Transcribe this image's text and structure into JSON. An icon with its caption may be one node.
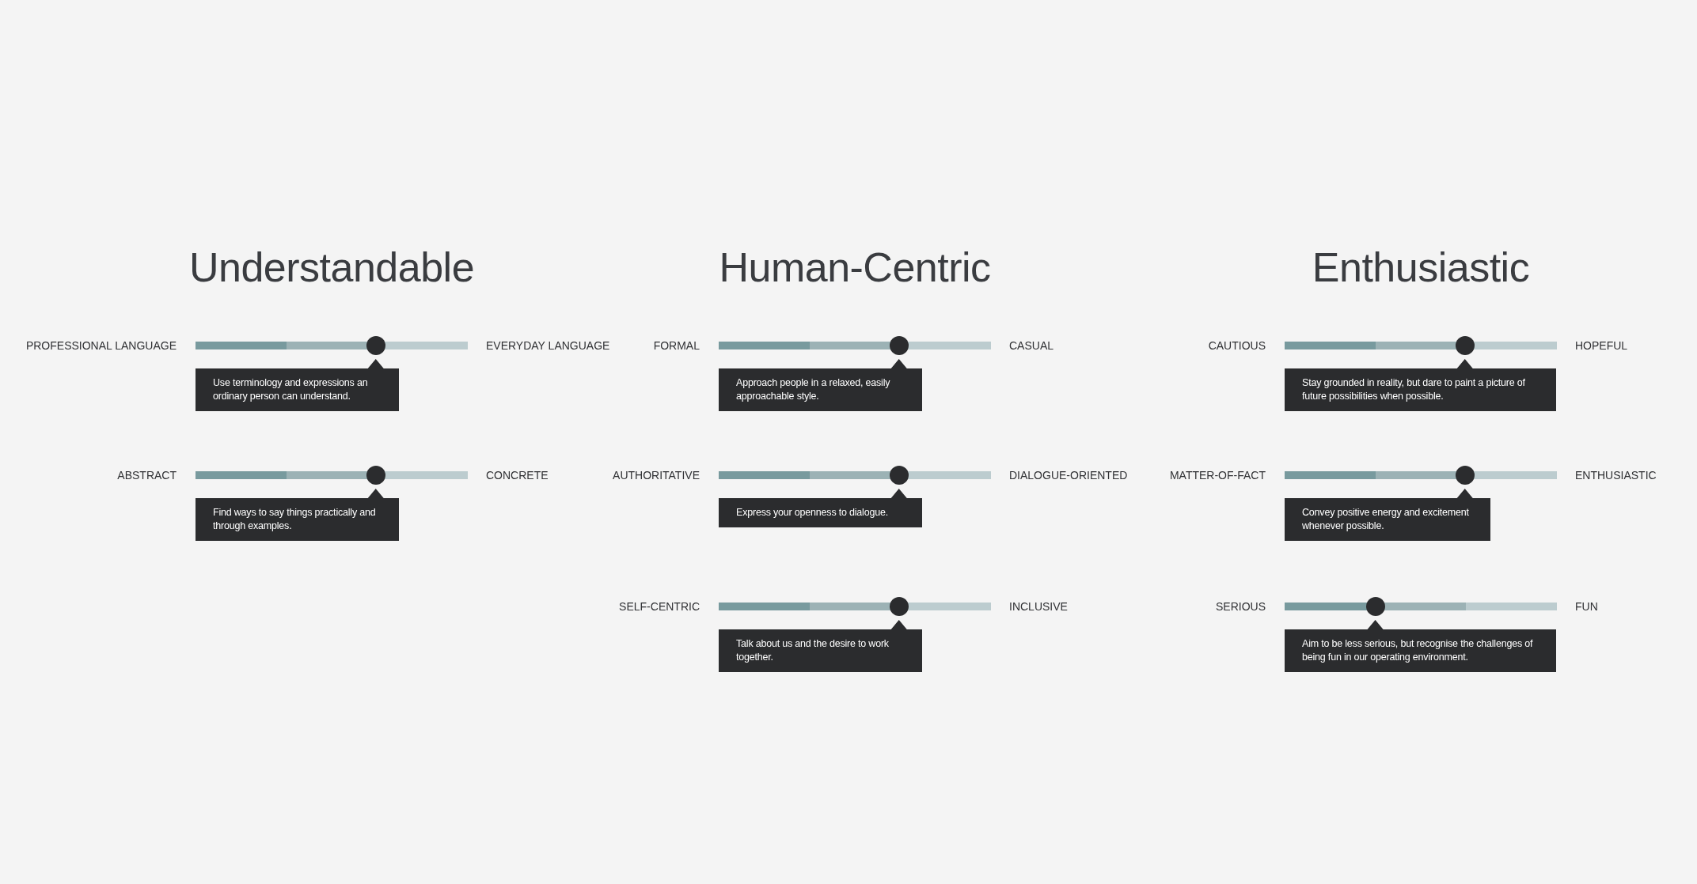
{
  "diagram": {
    "nodes": [
      {
        "text": [
          "Use terminology and expressions an ordinary person can understand."
        ]
      },
      {
        "text": [
          "Find ways to say things practically and through examples."
        ]
      },
      {
        "text": [
          "Approach people in a relaxed, easily approachable style."
        ]
      },
      {
        "text": [
          "Express your openness to dialogue."
        ]
      },
      {
        "text": [
          "Talk about us and the desire to work together."
        ]
      },
      {
        "text": [
          "Stay grounded in reality, but dare to paint a picture of future possibilities when possible."
        ]
      },
      {
        "text": [
          "Convey positive energy and excitement whenever possible."
        ]
      },
      {
        "text": [
          "Aim to be less serious, but recognise the challenges of being fun in our operating environment."
        ]
      }
    ],
    "labels": [
      "Understandable",
      "PROFESSIONAL LANGUAGE",
      "EVERYDAY LANGUAGE",
      "ABSTRACT",
      "CONCRETE",
      "Human-Centric",
      "FORMAL",
      "CASUAL",
      "AUTHORITATIVE",
      "DIALOGUE-ORIENTED",
      "SELF-CENTRIC",
      "INCLUSIVE",
      "Enthusiastic",
      "CAUTIOUS",
      "HOPEFUL",
      "MATTER-OF-FACT",
      "ENTHUSIASTIC",
      "SERIOUS",
      "FUN"
    ]
  }
}
